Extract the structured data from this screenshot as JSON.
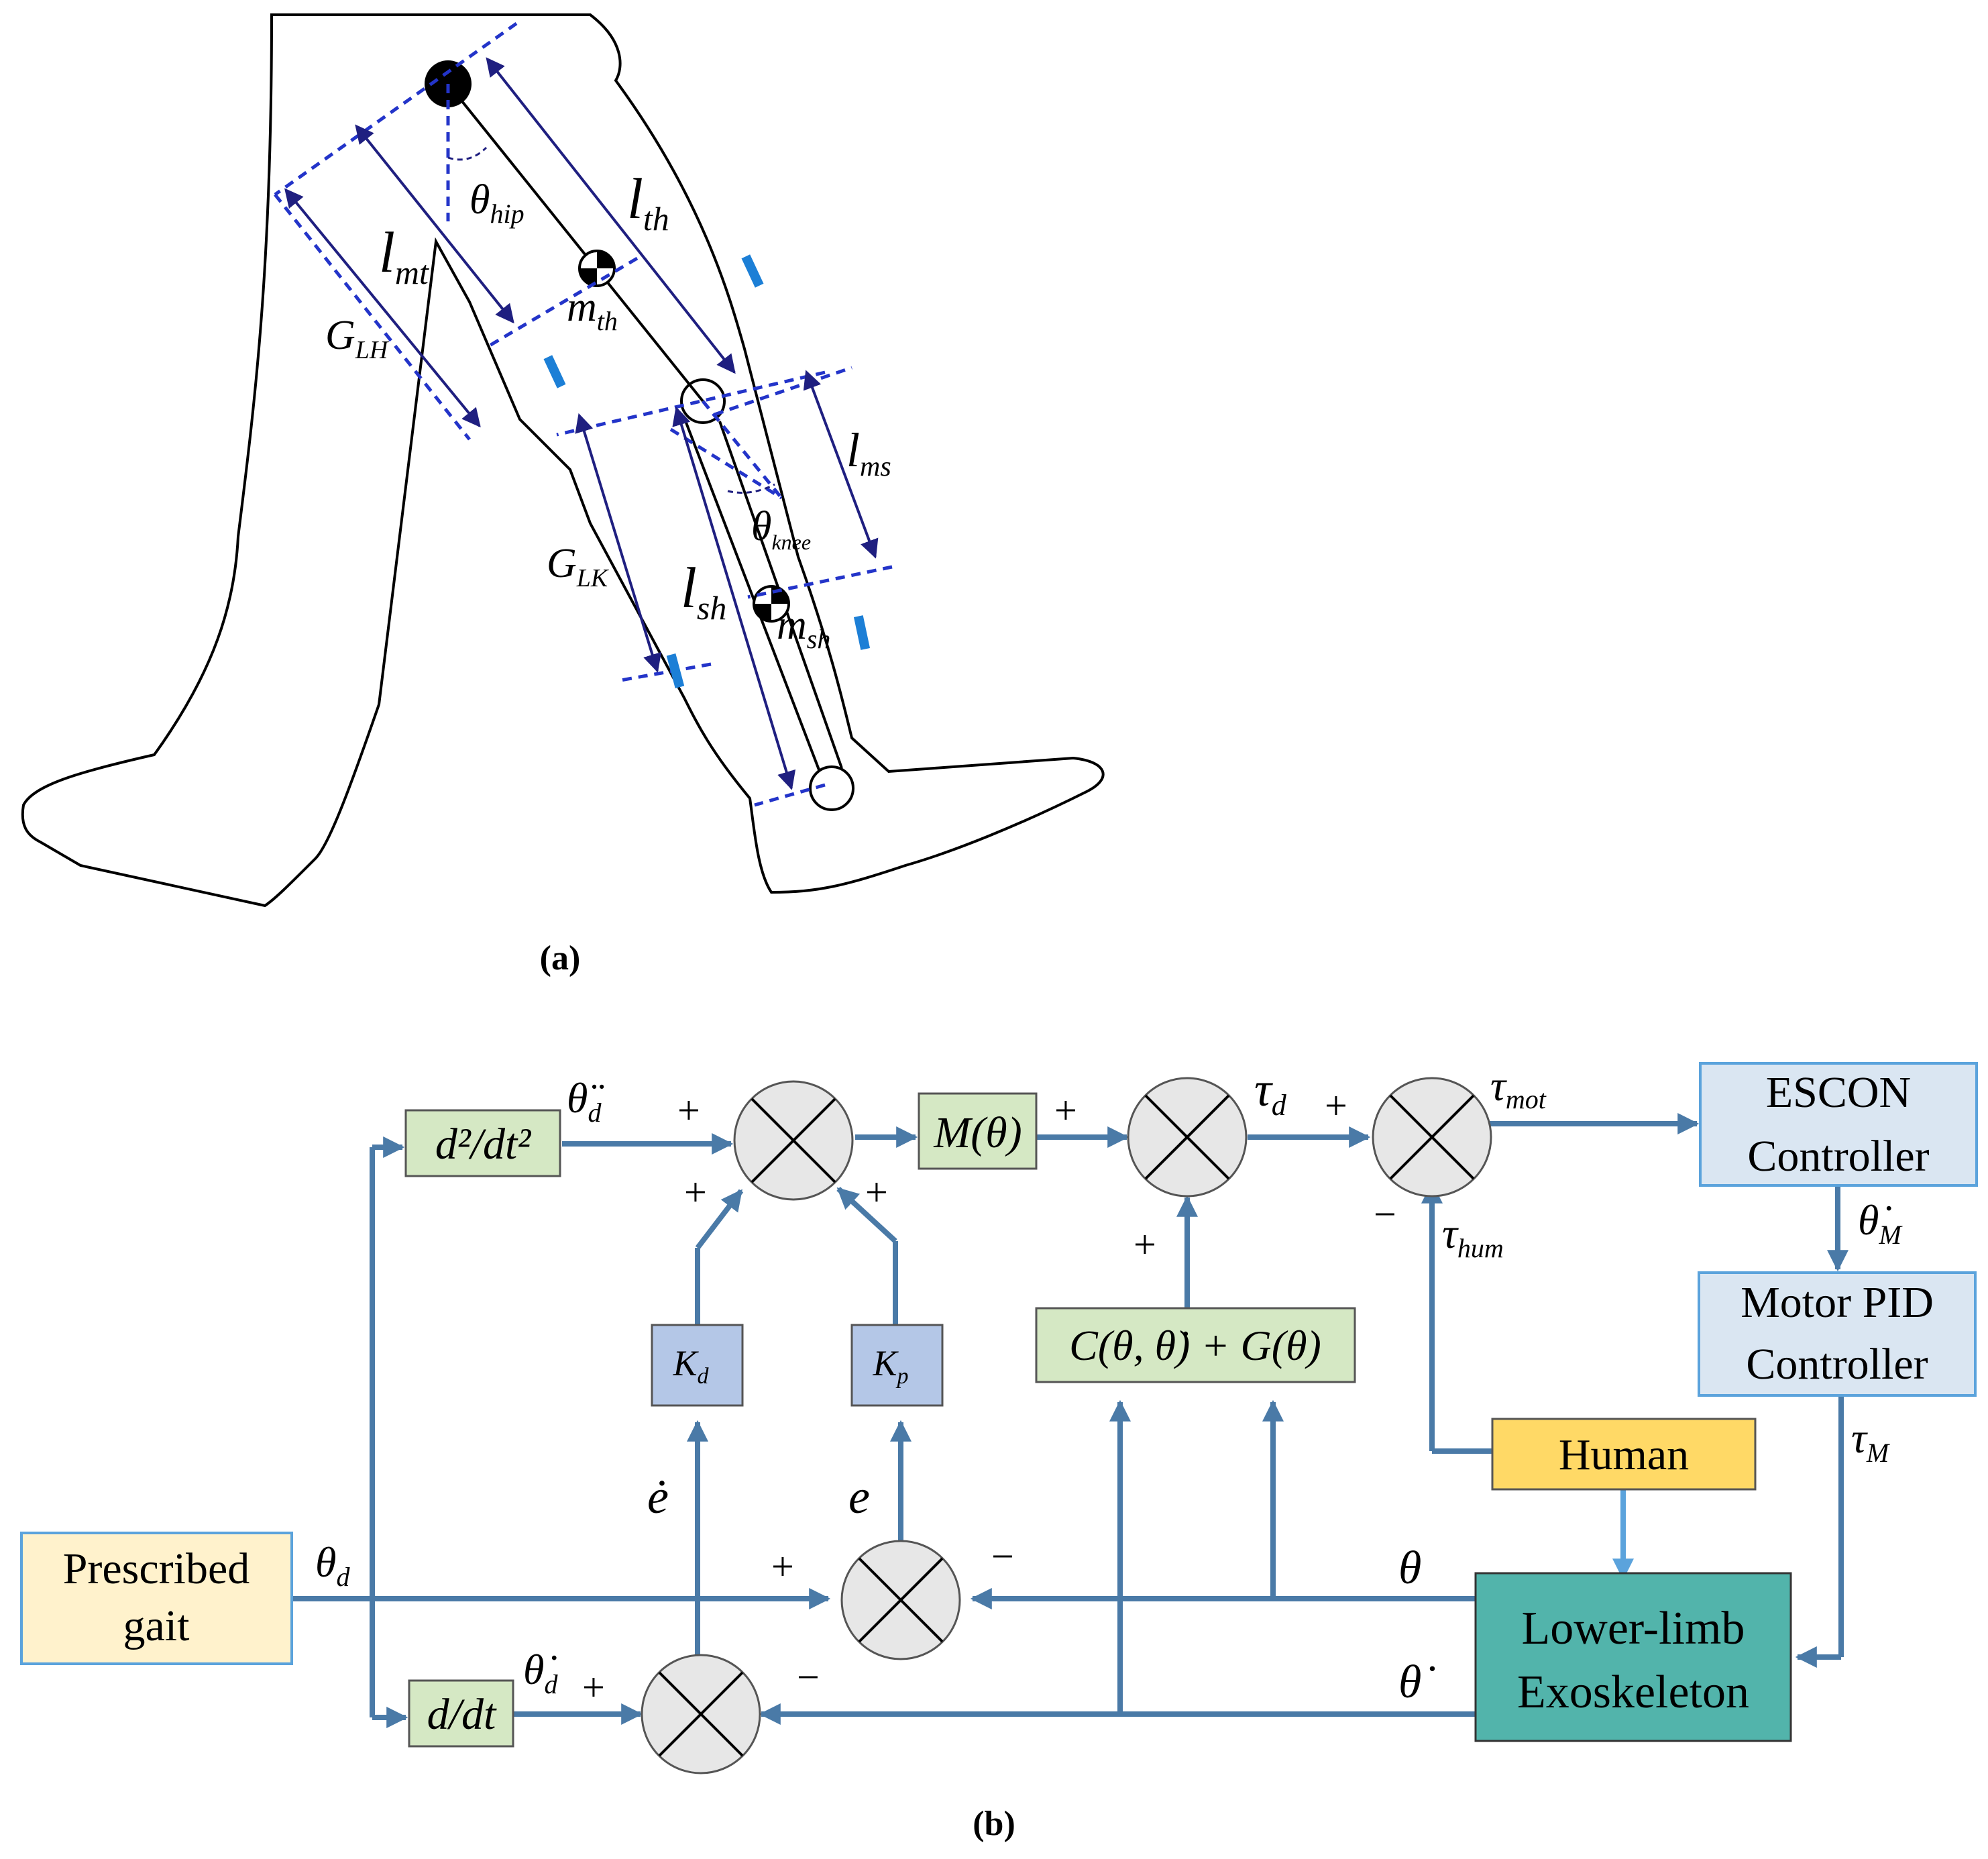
{
  "panel_a": {
    "caption": "(a)",
    "labels": {
      "theta_hip": {
        "base": "θ",
        "sub": "hip"
      },
      "l_th": {
        "base": "l",
        "sub": "th"
      },
      "l_mt": {
        "base": "l",
        "sub": "mt"
      },
      "m_th": {
        "base": "m",
        "sub": "th"
      },
      "G_LH": {
        "base": "G",
        "sub": "LH"
      },
      "l_ms": {
        "base": "l",
        "sub": "ms"
      },
      "theta_knee": {
        "base": "θ",
        "sub": "knee"
      },
      "G_LK": {
        "base": "G",
        "sub": "LK"
      },
      "l_sh": {
        "base": "l",
        "sub": "sh"
      },
      "m_sh": {
        "base": "m",
        "sub": "sh"
      }
    }
  },
  "panel_b": {
    "caption": "(b)",
    "blocks": {
      "prescribed_gait": [
        "Prescribed",
        "gait"
      ],
      "d2dt2": "d²/dt²",
      "ddt": "d/dt",
      "M": "M(θ)",
      "Kd": "K",
      "Kd_sub": "d",
      "Kp": "K",
      "Kp_sub": "p",
      "CG": "C(θ, θ̇) + G(θ)",
      "escon": [
        "ESCON",
        "Controller"
      ],
      "motor_pid": [
        "Motor PID",
        "Controller"
      ],
      "human": "Human",
      "exo": [
        "Lower-limb",
        "Exoskeleton"
      ]
    },
    "signals": {
      "theta_d": {
        "base": "θ",
        "sub": "d"
      },
      "theta_dd_d": {
        "base": "θ̈",
        "sub": "d"
      },
      "theta_dot_d": {
        "base": "θ̇",
        "sub": "d"
      },
      "tau_d": {
        "base": "τ",
        "sub": "d"
      },
      "tau_mot": {
        "base": "τ",
        "sub": "mot"
      },
      "tau_hum": {
        "base": "τ",
        "sub": "hum"
      },
      "theta_dot_M": {
        "base": "θ̇",
        "sub": "M"
      },
      "tau_M": {
        "base": "τ",
        "sub": "M"
      },
      "theta": "θ",
      "theta_dot": "θ̇",
      "e": "e",
      "e_dot": "ė"
    },
    "signs": {
      "plus": "+",
      "minus": "−"
    },
    "colors": {
      "line": "#4a7aa7",
      "green": "#d5e8c4",
      "blue": "#b4c7e7",
      "yellow": "#ffd966",
      "gait": "#fff2cc",
      "controller": "#dae6f2",
      "exo": "#52b4ab",
      "sum": "#e7e7e7",
      "navy": "#1f1f80",
      "dash": "#2334c9"
    }
  }
}
